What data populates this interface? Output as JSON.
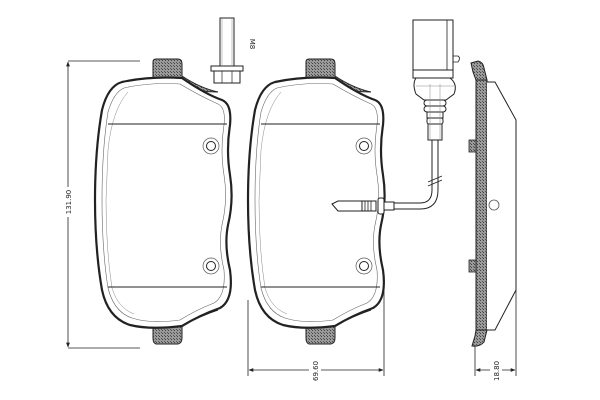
{
  "diagram": {
    "type": "technical-drawing",
    "subject": "brake pad set",
    "colors": {
      "line": "#222222",
      "hatch_fill": "#8a8a8a",
      "background": "#ffffff"
    },
    "dimensions": {
      "height": "131.90",
      "width": "69.60",
      "thickness": "18.80"
    },
    "bolt": {
      "label": "M8"
    },
    "components": [
      {
        "name": "brake pad (front view, left)"
      },
      {
        "name": "brake pad (front view, right, with wear sensor)"
      },
      {
        "name": "mounting bolt M8"
      },
      {
        "name": "wear sensor cable with connector"
      },
      {
        "name": "brake pad side profile"
      }
    ]
  }
}
